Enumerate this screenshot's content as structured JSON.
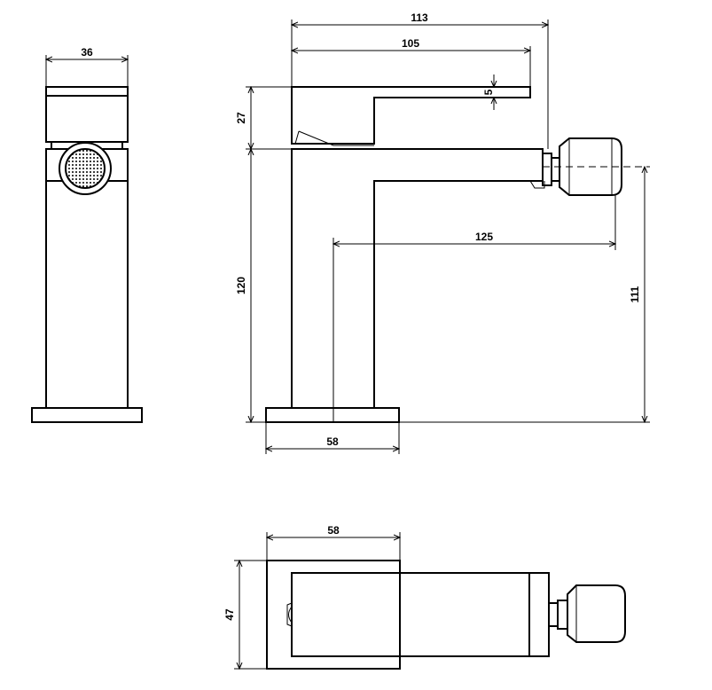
{
  "dimensions": {
    "side_width": "36",
    "total_length": "113",
    "spout_length": "105",
    "lever_thickness": "5",
    "lever_height": "27",
    "body_height": "120",
    "spray_reach": "125",
    "spray_height": "111",
    "base_width_front": "58",
    "top_width": "58",
    "top_depth": "47"
  }
}
